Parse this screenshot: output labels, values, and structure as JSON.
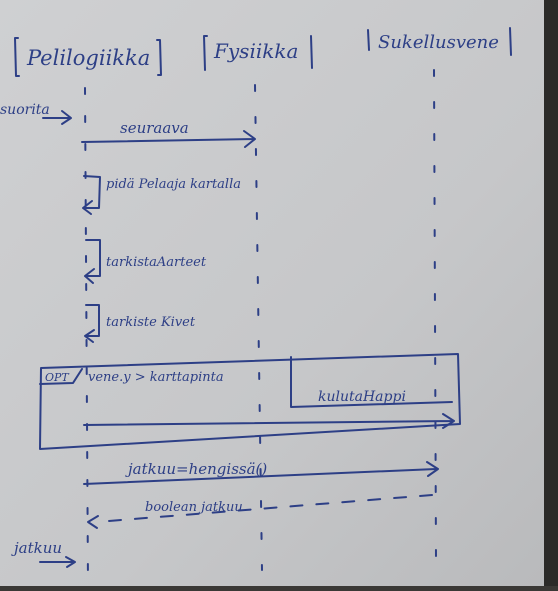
{
  "participants": [
    {
      "id": "pelilogiikka",
      "label": "Pelilogiikka"
    },
    {
      "id": "fysiikka",
      "label": "Fysiikka"
    },
    {
      "id": "sukellusvene",
      "label": "Sukellusvene"
    }
  ],
  "calls": {
    "suorita": "suorita",
    "seuraava": "seuraava",
    "pida_pelaaja_kartalla": "pidä Pelaaja kartalla",
    "tarkista_aarteet": "tarkistaAarteet",
    "tarkista_kivet": "tarkiste Kivet",
    "kuluta_happi": "kulutaHappi",
    "jatkuu_hengissa": "jatkuu=hengissä()",
    "boolean_jatkuu": "boolean jatkuu",
    "jatkuu": "jatkuu"
  },
  "fragment": {
    "operator": "OPT",
    "guard": "vene.y > karttapinta"
  },
  "colors": {
    "paper": "#c9cacc",
    "ink": "#2d3f86",
    "background": "#2b2a28"
  }
}
